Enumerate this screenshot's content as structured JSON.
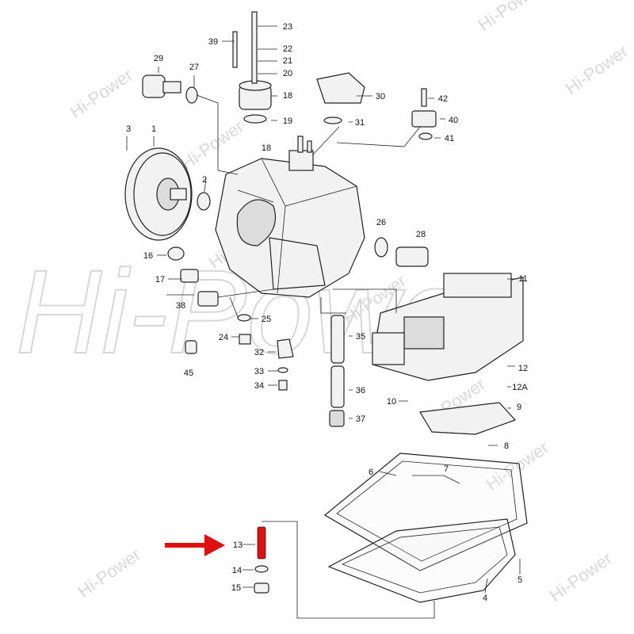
{
  "watermark": {
    "text": "Hi-Power",
    "big_text": "Hi-Power"
  },
  "colors": {
    "highlight": "#e01010",
    "line": "#222222",
    "watermark": "#d9d9d9"
  },
  "highlighted_part": "13",
  "callouts": [
    "1",
    "2",
    "3",
    "4",
    "5",
    "6",
    "7",
    "8",
    "9",
    "10",
    "11",
    "12",
    "12A",
    "13",
    "14",
    "15",
    "16",
    "17",
    "18",
    "18",
    "19",
    "20",
    "21",
    "22",
    "23",
    "24",
    "25",
    "26",
    "27",
    "28",
    "29",
    "30",
    "31",
    "32",
    "33",
    "34",
    "35",
    "36",
    "37",
    "38",
    "39",
    "40",
    "41",
    "42",
    "45"
  ]
}
